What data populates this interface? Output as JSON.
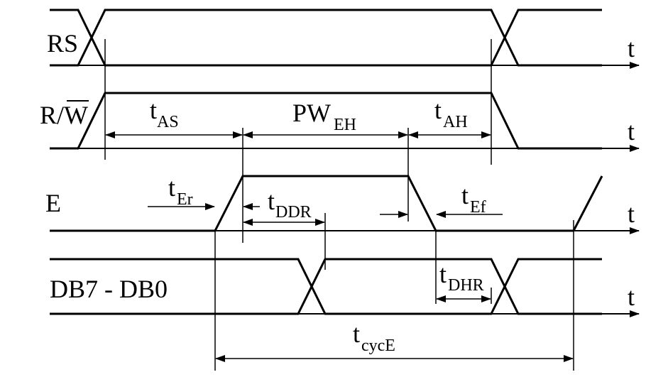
{
  "signals": {
    "rs": "RS",
    "rw_r": "R/",
    "rw_w": "W",
    "e": "E",
    "db": "DB7 - DB0"
  },
  "axis_label": "t",
  "timings": {
    "tas": {
      "main": "t",
      "sub": "AS"
    },
    "pweh": {
      "main": "PW",
      "sub": "EH"
    },
    "tah": {
      "main": "t",
      "sub": "AH"
    },
    "ter": {
      "main": "t",
      "sub": "Er"
    },
    "tddr": {
      "main": "t",
      "sub": "DDR"
    },
    "tef": {
      "main": "t",
      "sub": "Ef"
    },
    "tdhr": {
      "main": "t",
      "sub": "DHR"
    },
    "tcyce": {
      "main": "t",
      "sub": "cycE"
    }
  }
}
